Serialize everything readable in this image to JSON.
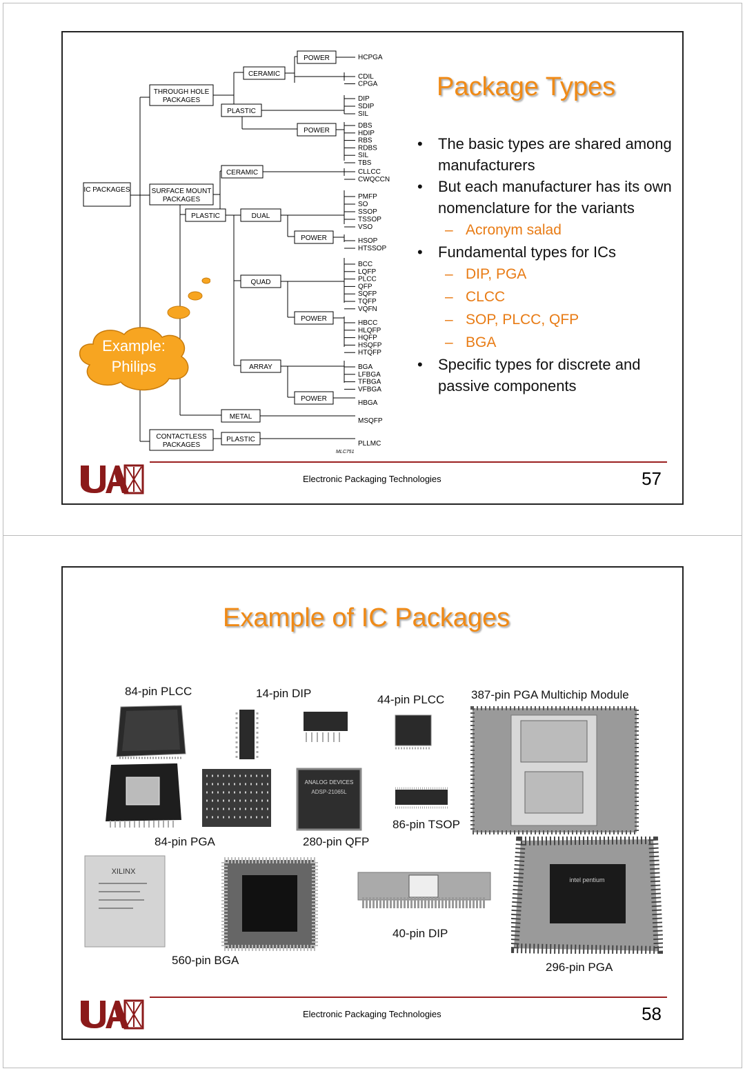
{
  "slide1": {
    "title": "Package Types",
    "bullets": [
      {
        "text": "The basic types are shared among manufacturers",
        "subs": []
      },
      {
        "text": "But each manufacturer has its own nomenclature for the variants",
        "subs": [
          "Acronym salad"
        ]
      },
      {
        "text": "Fundamental types for ICs",
        "subs": [
          "DIP, PGA",
          "CLCC",
          "SOP, PLCC, QFP",
          "BGA"
        ]
      },
      {
        "text": "Specific types for discrete and passive components",
        "subs": []
      }
    ],
    "cloud_text": "Example: Philips",
    "diagram": {
      "root": "IC PACKAGES",
      "through_hole": "THROUGH HOLE PACKAGES",
      "surface_mount": "SURFACE MOUNT PACKAGES",
      "contactless": "CONTACTLESS PACKAGES",
      "ceramic": "CERAMIC",
      "plastic": "PLASTIC",
      "power": "POWER",
      "dual": "DUAL",
      "quad": "QUAD",
      "array": "ARRAY",
      "metal": "METAL",
      "code": "MLC751",
      "leaves": {
        "th_ceramic_power": [
          "HCPGA"
        ],
        "th_ceramic": [
          "CDIL",
          "CPGA"
        ],
        "th_plastic": [
          "DIP",
          "SDIP",
          "SIL"
        ],
        "th_plastic_power": [
          "DBS",
          "HDIP",
          "RBS",
          "RDBS",
          "SIL",
          "TBS"
        ],
        "sm_ceramic": [
          "CLLCC",
          "CWQCCN"
        ],
        "sm_dual": [
          "PMFP",
          "SO",
          "SSOP",
          "TSSOP",
          "VSO"
        ],
        "sm_dual_power": [
          "HSOP",
          "HTSSOP"
        ],
        "sm_quad": [
          "BCC",
          "LQFP",
          "PLCC",
          "QFP",
          "SQFP",
          "TQFP",
          "VQFN"
        ],
        "sm_quad_power": [
          "HBCC",
          "HLQFP",
          "HQFP",
          "HSQFP",
          "HTQFP"
        ],
        "sm_array": [
          "BGA",
          "LFBGA",
          "TFBGA",
          "VFBGA"
        ],
        "sm_array_power": [
          "HBGA"
        ],
        "sm_metal": [
          "MSQFP"
        ],
        "cl_plastic": [
          "PLLMC"
        ]
      }
    },
    "footer": "Electronic Packaging Technologies",
    "page": "57"
  },
  "slide2": {
    "title": "Example of IC Packages",
    "captions": {
      "plcc84": "84-pin PLCC",
      "dip14": "14-pin DIP",
      "plcc44": "44-pin PLCC",
      "mcm387": "387-pin PGA Multichip Module",
      "pga84": "84-pin PGA",
      "qfp280": "280-pin QFP",
      "tsop86": "86-pin TSOP",
      "bga560": "560-pin BGA",
      "dip40": "40-pin DIP",
      "pga296": "296-pin PGA"
    },
    "chip_marks": {
      "analog": "ANALOG DEVICES",
      "analog_part": "ADSP-21065L",
      "xilinx": "XILINX",
      "intel": "intel pentium"
    },
    "footer": "Electronic Packaging Technologies",
    "page": "58"
  },
  "colors": {
    "accent": "#f08a16",
    "cloud": "#f7a521",
    "footer_line": "#9a1f1f",
    "logo": "#8b1a1a"
  }
}
